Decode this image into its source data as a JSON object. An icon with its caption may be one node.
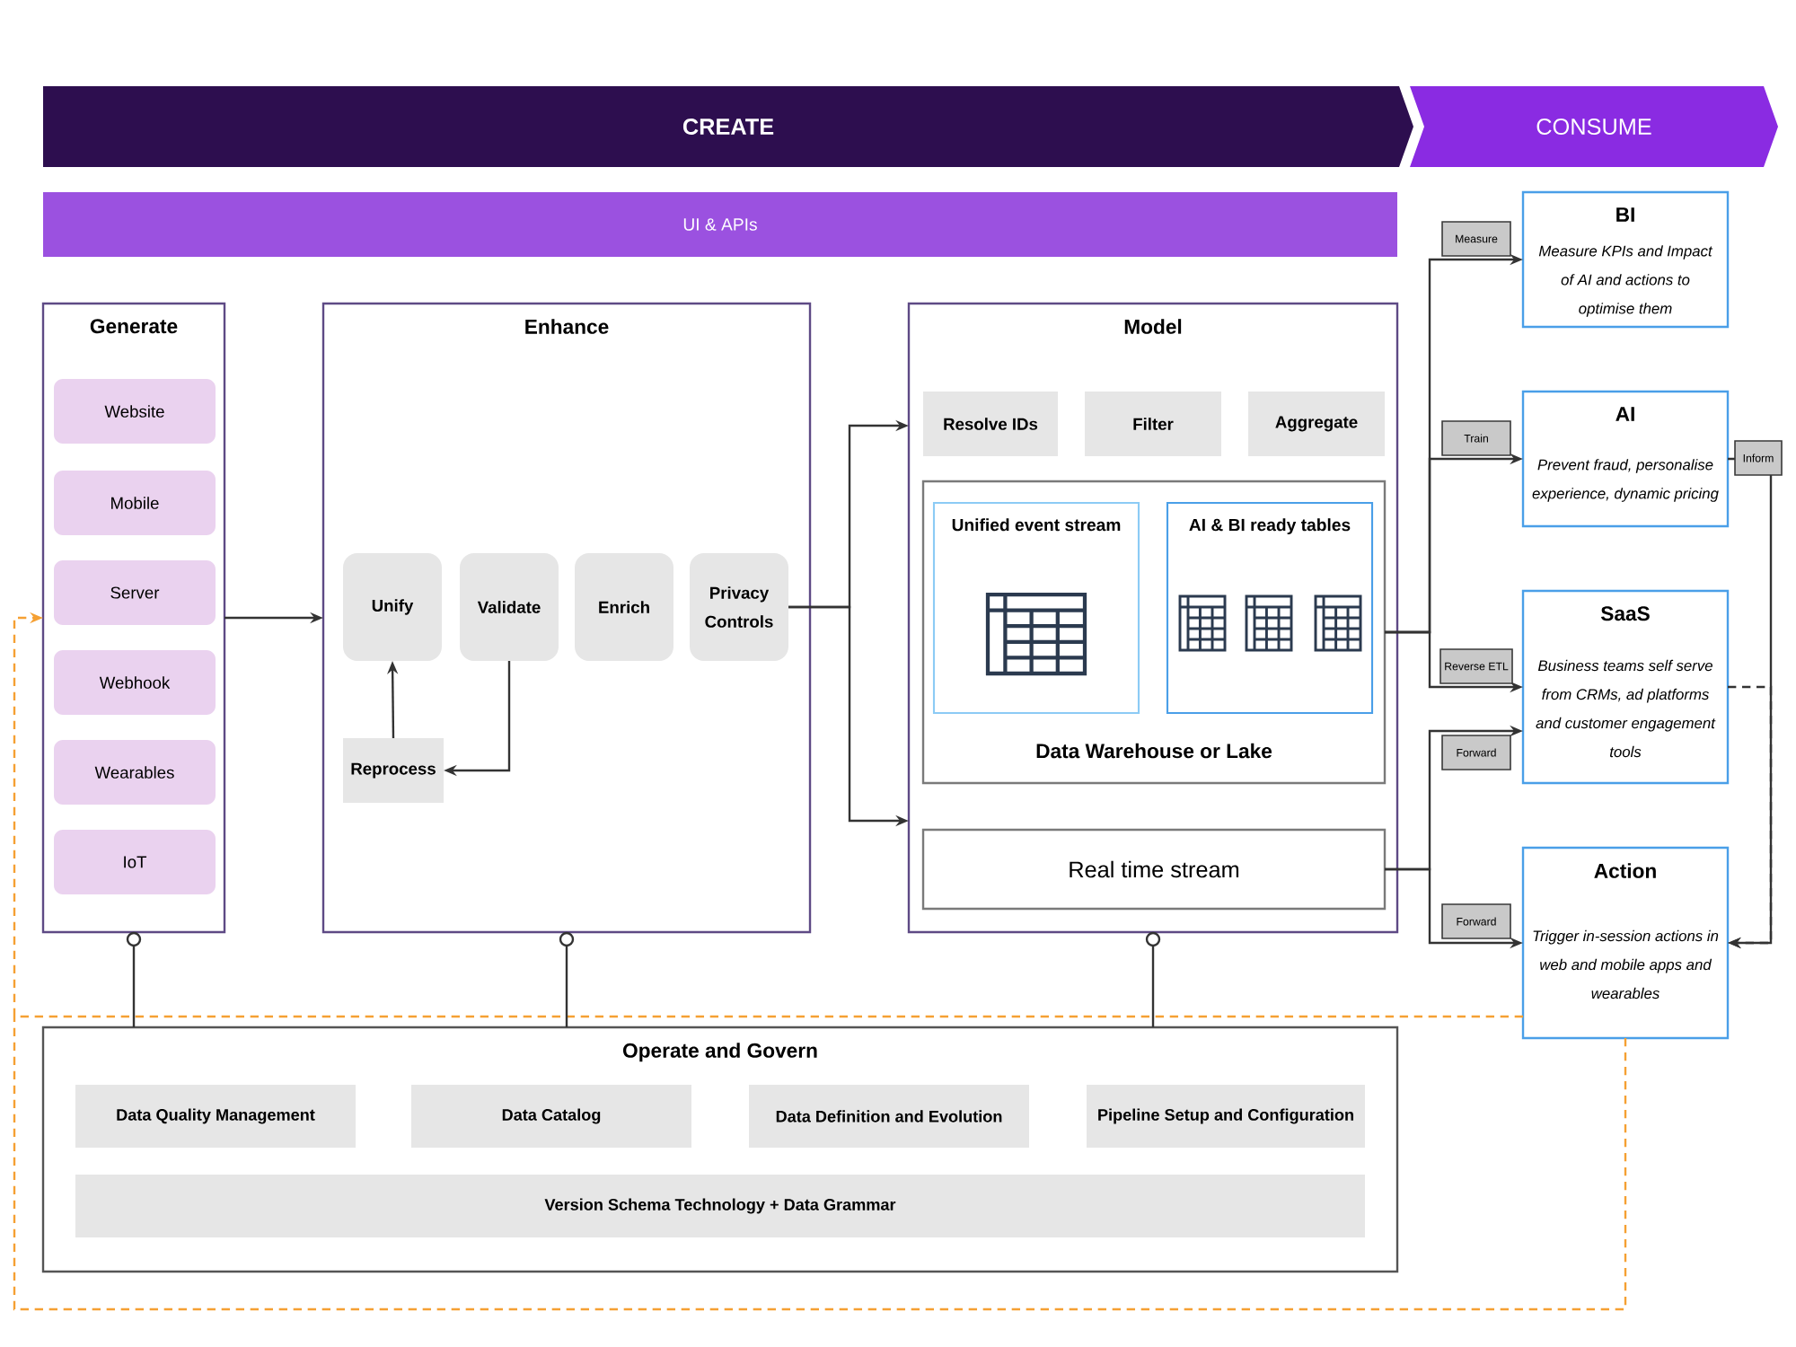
{
  "diagram": {
    "nodes": [
      {
        "text": [
          "CREATE"
        ]
      },
      {
        "text": [
          "CONSUME"
        ]
      },
      {
        "text": [
          "UI & APIs"
        ]
      },
      {
        "text": [
          "Generate"
        ]
      },
      {
        "text": [
          "Website"
        ],
        "in": 3
      },
      {
        "text": [
          "Mobile"
        ],
        "in": 3
      },
      {
        "text": [
          "Server"
        ],
        "in": 3
      },
      {
        "text": [
          "Webhook"
        ],
        "in": 3
      },
      {
        "text": [
          "Wearables"
        ],
        "in": 3
      },
      {
        "text": [
          "IoT"
        ],
        "in": 3
      },
      {
        "text": [
          "Enhance"
        ]
      },
      {
        "text": [
          "Unify"
        ],
        "in": 10
      },
      {
        "text": [
          "Validate"
        ],
        "in": 10
      },
      {
        "text": [
          "Enrich"
        ],
        "in": 10
      },
      {
        "text": [
          "Privacy Controls"
        ],
        "in": 10
      },
      {
        "text": [
          "Reprocess"
        ],
        "in": 10
      },
      {
        "text": [
          "Model"
        ]
      },
      {
        "text": [
          "Resolve IDs"
        ],
        "in": 16
      },
      {
        "text": [
          "Filter"
        ],
        "in": 16
      },
      {
        "text": [
          "Aggregate"
        ],
        "in": 16
      },
      {
        "text": [
          "Data Warehouse or Lake"
        ],
        "in": 16
      },
      {
        "text": [
          "Unified event stream"
        ],
        "in": 20
      },
      {
        "text": [
          "AI & BI ready tables"
        ],
        "in": 20
      },
      {
        "text": [
          "Real time stream"
        ],
        "in": 16
      },
      {
        "text": [
          "BI",
          "Measure KPIs and Impact of AI and actions to optimise them"
        ]
      },
      {
        "text": [
          "AI",
          "Prevent fraud, personalise experience, dynamic pricing"
        ]
      },
      {
        "text": [
          "SaaS",
          "Business teams self serve from CRMs, ad platforms and customer engagement tools"
        ]
      },
      {
        "text": [
          "Action",
          "Trigger in-session actions in web and mobile apps and wearables"
        ]
      },
      {
        "text": [],
        "shape": "circle"
      },
      {
        "text": [],
        "shape": "circle"
      },
      {
        "text": [],
        "shape": "circle"
      },
      {
        "text": [
          "Operate and Govern"
        ]
      },
      {
        "text": [
          "Data Quality Management"
        ],
        "in": 31
      },
      {
        "text": [
          "Data Catalog"
        ],
        "in": 31
      },
      {
        "text": [
          "Data Definition and Evolution"
        ],
        "in": 31
      },
      {
        "text": [
          "Pipeline Setup and Configuration"
        ],
        "in": 31
      },
      {
        "text": [
          "Version Schema Technology + Data Grammar"
        ],
        "in": 31
      }
    ],
    "edges": [
      {
        "from": 3,
        "to": 10,
        "arrow": "to"
      },
      {
        "from": 15,
        "to": 11,
        "arrow": "to"
      },
      {
        "from": 12,
        "to": 15,
        "arrow": "to"
      },
      {
        "from": 14,
        "to": 16,
        "arrow": "to"
      },
      {
        "from": 14,
        "to": 16,
        "arrow": "to"
      },
      {
        "from": 20,
        "to": 24,
        "arrow": "to",
        "label": "Measure"
      },
      {
        "from": 20,
        "to": 25,
        "arrow": "to",
        "label": "Train"
      },
      {
        "from": 20,
        "to": 26,
        "arrow": "to",
        "label": "Reverse ETL"
      },
      {
        "from": 23,
        "to": 26,
        "arrow": "to",
        "label": "Forward"
      },
      {
        "from": 23,
        "to": 27,
        "arrow": "to",
        "label": "Forward"
      },
      {
        "from": 25,
        "to": 27,
        "arrow": "to",
        "label": "Inform"
      },
      {
        "from": 26,
        "to": 27,
        "arrow": "to",
        "style": "dashed"
      },
      {
        "from": 27,
        "to": 3,
        "arrow": "to",
        "style": "dashed",
        "color": "#f5a033"
      },
      {
        "from": 31,
        "to": 28,
        "arrow": "none"
      },
      {
        "from": 31,
        "to": 29,
        "arrow": "none"
      },
      {
        "from": 31,
        "to": 30,
        "arrow": "none"
      }
    ]
  }
}
